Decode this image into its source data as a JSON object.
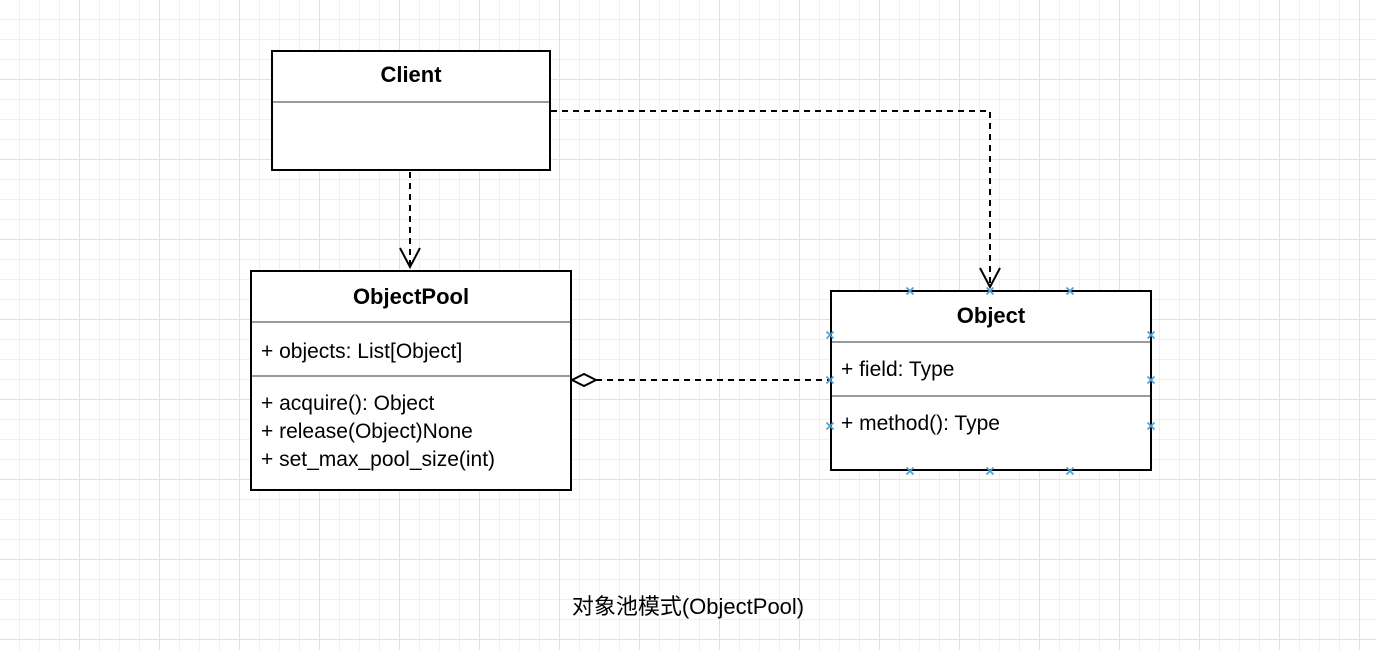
{
  "diagram": {
    "caption": "对象池模式(ObjectPool)",
    "classes": {
      "client": {
        "name": "Client",
        "attributes": [],
        "methods": []
      },
      "objectpool": {
        "name": "ObjectPool",
        "attributes": [
          "+ objects: List[Object]"
        ],
        "methods": [
          "+ acquire(): Object",
          "+ release(Object)None",
          "+ set_max_pool_size(int)"
        ]
      },
      "object": {
        "name": "Object",
        "attributes": [
          "+ field: Type"
        ],
        "methods": [
          "+ method(): Type"
        ]
      }
    },
    "relationships": [
      {
        "from": "Client",
        "to": "ObjectPool",
        "type": "dependency"
      },
      {
        "from": "Client",
        "to": "Object",
        "type": "dependency"
      },
      {
        "from": "ObjectPool",
        "to": "Object",
        "type": "aggregation"
      }
    ],
    "colors": {
      "border": "#000000",
      "separator": "#9a9a9a",
      "selection_handle": "#4a9fd8",
      "grid_major": "#e0e0e0",
      "grid_minor": "#f0f0f0"
    }
  }
}
